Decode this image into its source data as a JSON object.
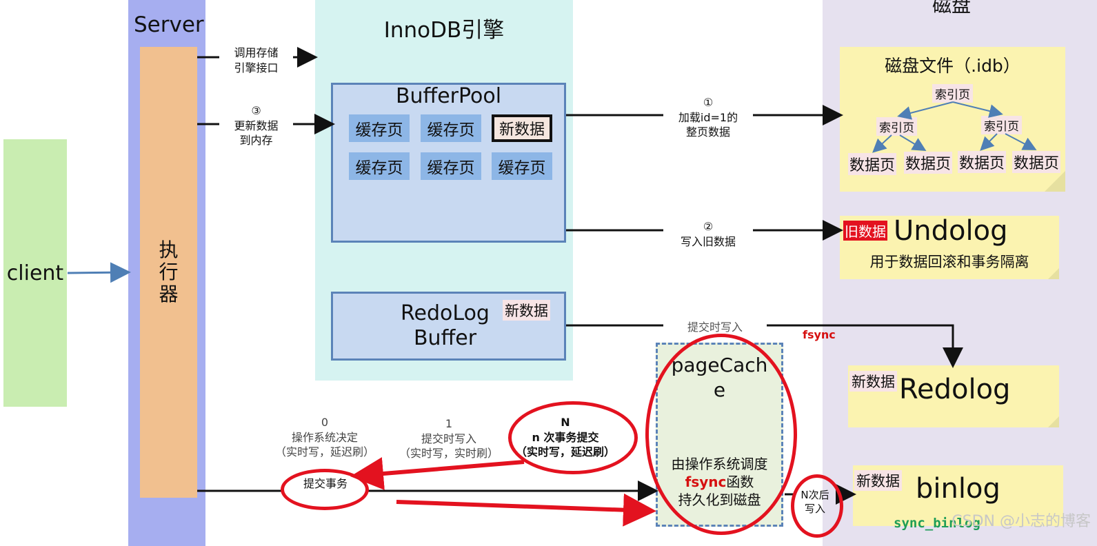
{
  "client": {
    "label": "client"
  },
  "server": {
    "title": "Server",
    "executor": "执\n行\n器"
  },
  "innodb": {
    "title": "InnoDB引擎",
    "bufferpool": {
      "title": "BufferPool",
      "pages": [
        "缓存页",
        "缓存页",
        "新数据",
        "缓存页",
        "缓存页",
        "缓存页"
      ]
    },
    "redolog_buffer": {
      "line1": "RedoLog",
      "line2": "Buffer",
      "tag": "新数据"
    }
  },
  "disk": {
    "title": "磁盘",
    "idb_file": {
      "title": "磁盘文件（.idb）",
      "root": "索引页",
      "left_index": "索引页",
      "right_index": "索引页",
      "leaves": [
        "数据页",
        "数据页",
        "数据页",
        "数据页"
      ]
    },
    "undolog": {
      "tag": "旧数据",
      "title": "Undolog",
      "subtitle": "用于数据回滚和事务隔离"
    },
    "redolog": {
      "tag": "新数据",
      "title": "Redolog"
    },
    "binlog": {
      "tag": "新数据",
      "title": "binlog",
      "setting": "sync_binlog"
    }
  },
  "arrows": {
    "call_engine": {
      "line1": "调用存储",
      "line2": "引擎接口"
    },
    "step3": {
      "num": "③",
      "line1": "更新数据",
      "line2": "到内存"
    },
    "step1": {
      "num": "①",
      "line1": "加载id=1的",
      "line2": "整页数据"
    },
    "step2": {
      "num": "②",
      "line1": "写入旧数据"
    },
    "commit_write": "提交时写入",
    "fsync": "fsync",
    "n_times_write": {
      "line1": "N次后",
      "line2": "写入"
    }
  },
  "modes": {
    "m0": {
      "num": "0",
      "line1": "操作系统决定",
      "line2": "（实时写，延迟刷）"
    },
    "m1": {
      "num": "1",
      "line1": "提交时写入",
      "line2": "（实时写，实时刷）"
    },
    "mN": {
      "num": "N",
      "line1": "n 次事务提交",
      "line2": "（实时写，延迟刷）"
    }
  },
  "commit": {
    "label": "提交事务"
  },
  "pagecache": {
    "title": "pageCach\ne",
    "line1": "由操作系统调度",
    "fsync": "fsync",
    "fsync_suffix": "函数",
    "line3": "持久化到磁盘"
  },
  "watermark": "CSDN @小志的博客",
  "colors": {
    "client": "#c9edb1",
    "server": "#a6aef0",
    "executor": "#f1c08f",
    "innodb": "#d6f3f1",
    "disk": "#e6e1ef",
    "note": "#fbf3b0",
    "highlight_red": "#e3121f"
  }
}
